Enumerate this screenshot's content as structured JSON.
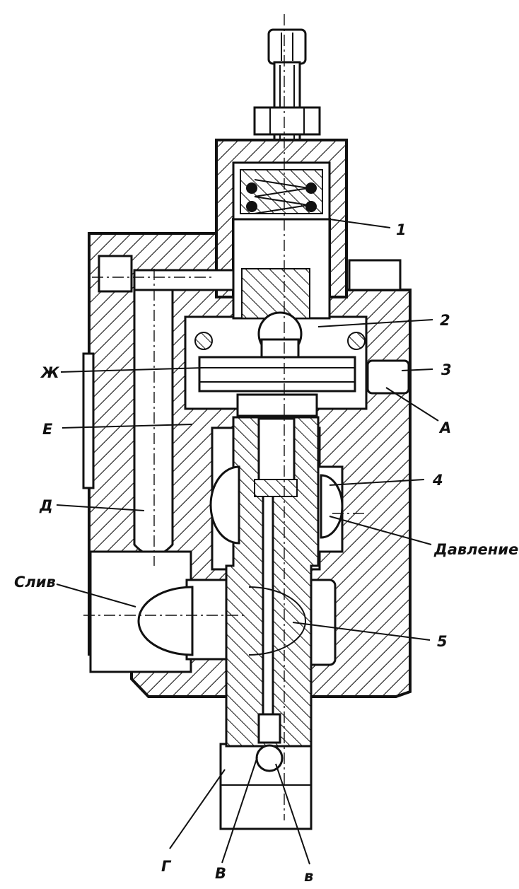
{
  "callouts": [
    {
      "id": "1",
      "text": "1"
    },
    {
      "id": "2",
      "text": "2"
    },
    {
      "id": "3",
      "text": "3"
    },
    {
      "id": "a",
      "text": "А"
    },
    {
      "id": "4",
      "text": "4"
    },
    {
      "id": "pressure",
      "text": "Давление"
    },
    {
      "id": "5",
      "text": "5"
    },
    {
      "id": "zh",
      "text": "Ж"
    },
    {
      "id": "e",
      "text": "Е"
    },
    {
      "id": "d",
      "text": "Д"
    },
    {
      "id": "drain",
      "text": "Слив"
    },
    {
      "id": "g",
      "text": "Г"
    },
    {
      "id": "v1",
      "text": "В"
    },
    {
      "id": "v2",
      "text": "в"
    }
  ],
  "colors": {
    "ink": "#111111",
    "paper": "#ffffff"
  }
}
